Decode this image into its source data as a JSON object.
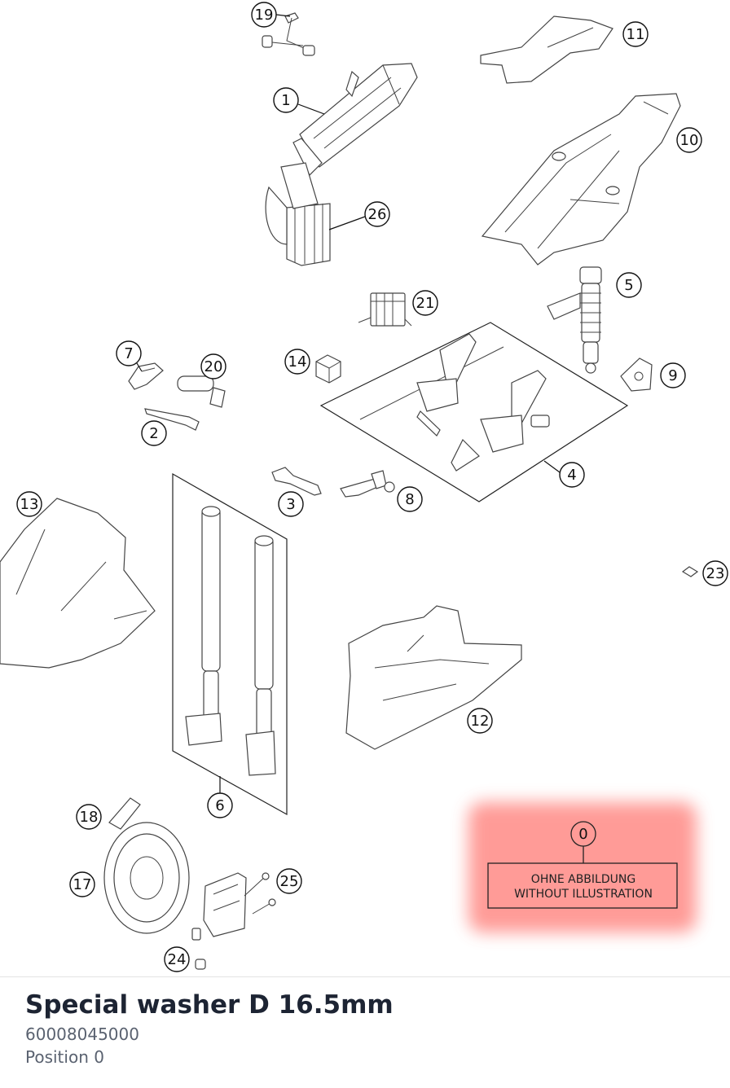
{
  "diagram": {
    "callouts": {
      "c0": "0",
      "c1": "1",
      "c2": "2",
      "c3": "3",
      "c4": "4",
      "c5": "5",
      "c6": "6",
      "c7": "7",
      "c8": "8",
      "c9": "9",
      "c10": "10",
      "c11": "11",
      "c12": "12",
      "c13": "13",
      "c14": "14",
      "c17": "17",
      "c18": "18",
      "c19": "19",
      "c20": "20",
      "c21": "21",
      "c23": "23",
      "c24": "24",
      "c25": "25",
      "c26": "26"
    },
    "no_illustration": {
      "line1": "OHNE ABBILDUNG",
      "line2": "WITHOUT ILLUSTRATION",
      "highlight_color": "#ff8a85"
    }
  },
  "part": {
    "title": "Special washer D 16.5mm",
    "number": "60008045000",
    "position": "Position 0"
  }
}
